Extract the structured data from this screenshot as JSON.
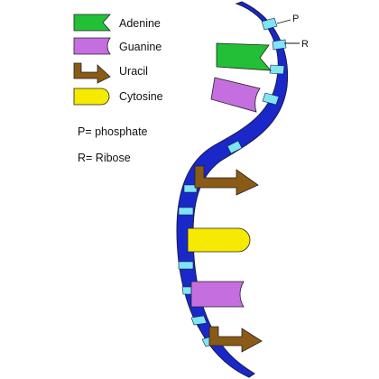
{
  "legend": {
    "items": [
      {
        "label": "Adenine",
        "shape": "adenine-icon",
        "color": "#22c036"
      },
      {
        "label": "Guanine",
        "shape": "guanine-icon",
        "color": "#c56ee0"
      },
      {
        "label": "Uracil",
        "shape": "uracil-icon",
        "color": "#8a5a17"
      },
      {
        "label": "Cytosine",
        "shape": "cytosine-icon",
        "color": "#f5ea00"
      }
    ],
    "key_p": "P= phosphate",
    "key_r": "R= Ribose"
  },
  "callouts": {
    "p": "P",
    "r": "R"
  },
  "strand": {
    "ribose_color": "#1a28c9",
    "phosphate_color": "#7ee6f2",
    "outline_color": "#1a1a4a"
  },
  "bases": [
    "adenine",
    "guanine",
    "uracil",
    "cytosine",
    "guanine",
    "uracil"
  ]
}
